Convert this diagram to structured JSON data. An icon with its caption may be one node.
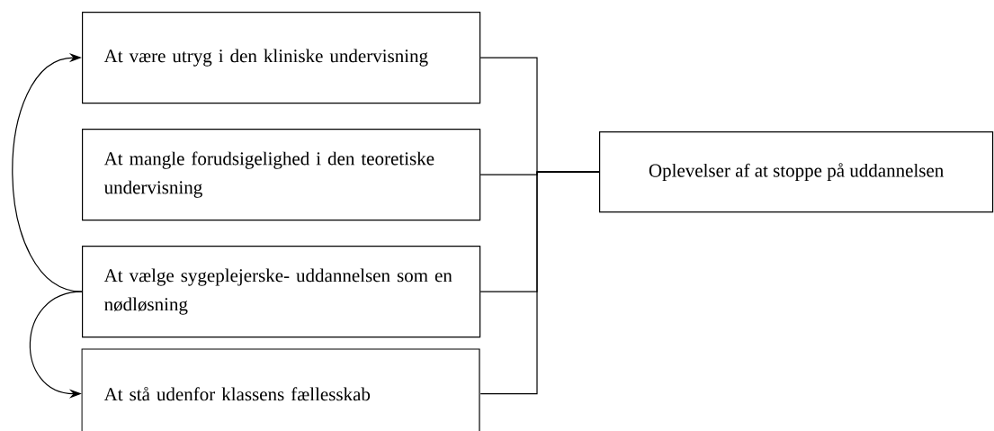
{
  "diagram": {
    "nodes": [
      {
        "text": [
          "At være utryg i den kliniske undervisning"
        ]
      },
      {
        "text": [
          "At mangle forudsigelighed i den teoretiske undervisning"
        ]
      },
      {
        "text": [
          "At vælge sygeplejerske- uddannelsen som en nødløsning"
        ]
      },
      {
        "text": [
          "At stå udenfor klassens fællesskab"
        ]
      },
      {
        "text": [
          "Oplevelser af at stoppe på uddannelsen"
        ]
      }
    ],
    "edges": [
      {
        "from": 0,
        "to": 4,
        "arrow": "none"
      },
      {
        "from": 1,
        "to": 4,
        "arrow": "none"
      },
      {
        "from": 2,
        "to": 4,
        "arrow": "none"
      },
      {
        "from": 3,
        "to": 4,
        "arrow": "none"
      },
      {
        "from": 2,
        "to": 0,
        "arrow": "to"
      },
      {
        "from": 2,
        "to": 3,
        "arrow": "to"
      }
    ]
  }
}
